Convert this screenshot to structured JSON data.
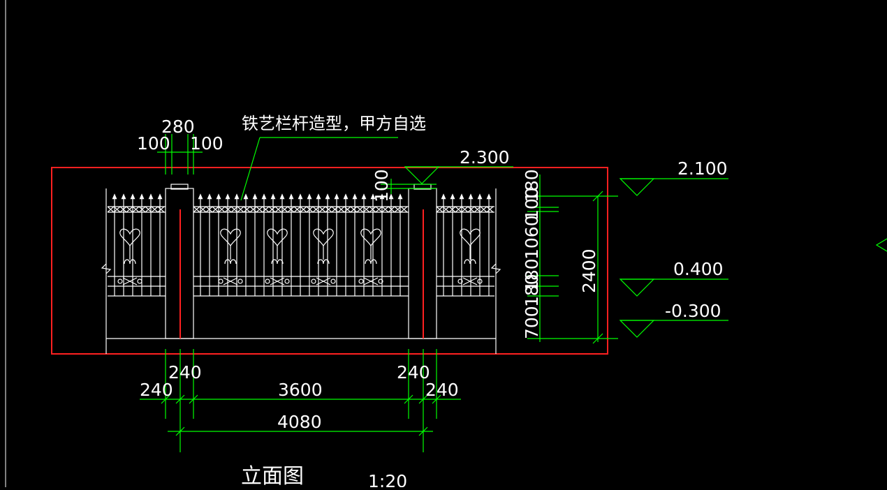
{
  "drawing": {
    "title": "立面图",
    "scale": "1:20",
    "annotation": "铁艺栏杆造型，甲方自选",
    "top_dims": {
      "overall": "280",
      "left": "100",
      "right": "100"
    },
    "top_elevation": "2.300",
    "cap_dim": "100",
    "right_elevations": [
      "2.100",
      "0.400",
      "-0.300"
    ],
    "right_dims": [
      "180",
      "100",
      "1060",
      "180",
      "180",
      "700"
    ],
    "total_height": "2400",
    "bottom_dims": {
      "pier_left_outer": "240",
      "pier_left_inner": "240",
      "pier_right_inner": "240",
      "pier_right_outer": "240",
      "span": "3600",
      "overall": "4080"
    }
  },
  "colors": {
    "background": "#000000",
    "dimension": "#00ff00",
    "outline": "#ffffff",
    "highlight": "#ff2020"
  }
}
